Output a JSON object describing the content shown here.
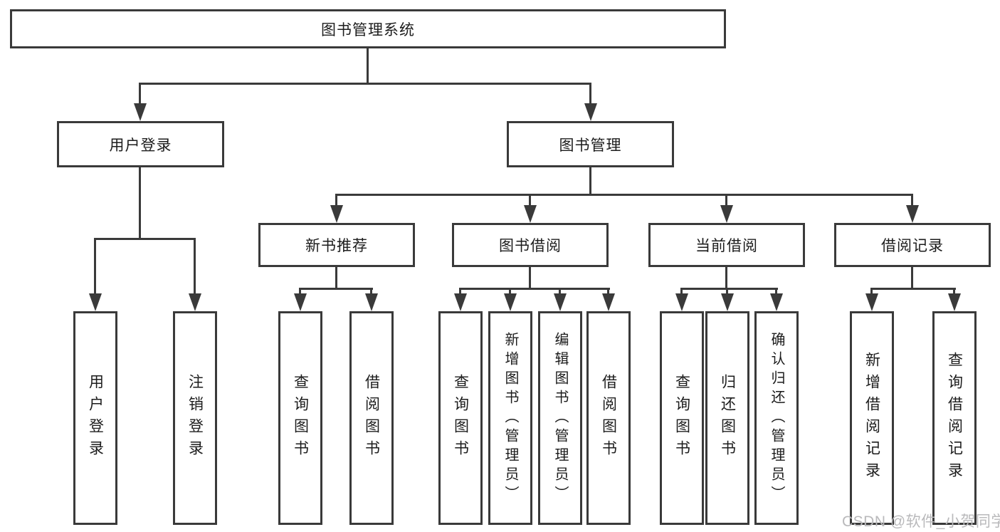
{
  "diagram_type": "hierarchy-tree",
  "colors": {
    "line": "#3a3a3a",
    "box_border": "#3a3a3a",
    "box_fill": "#ffffff",
    "text": "#1c1c1c",
    "background": "#ffffff",
    "watermark": "#b9b9bb"
  },
  "tree": {
    "label": "图书管理系统",
    "children": [
      {
        "label": "用户登录",
        "children": [
          {
            "label": "用户登录"
          },
          {
            "label": "注销登录"
          }
        ]
      },
      {
        "label": "图书管理",
        "children": [
          {
            "label": "新书推荐",
            "children": [
              {
                "label": "查询图书"
              },
              {
                "label": "借阅图书"
              }
            ]
          },
          {
            "label": "图书借阅",
            "children": [
              {
                "label": "查询图书"
              },
              {
                "label": "新增图书（管理员）"
              },
              {
                "label": "编辑图书（管理员）"
              },
              {
                "label": "借阅图书"
              }
            ]
          },
          {
            "label": "当前借阅",
            "children": [
              {
                "label": "查询图书"
              },
              {
                "label": "归还图书"
              },
              {
                "label": "确认归还（管理员）"
              }
            ]
          },
          {
            "label": "借阅记录",
            "children": [
              {
                "label": "新增借阅记录"
              },
              {
                "label": "查询借阅记录"
              }
            ]
          }
        ]
      }
    ]
  },
  "watermark": {
    "text": "CSDN @软件_小贺同学"
  }
}
